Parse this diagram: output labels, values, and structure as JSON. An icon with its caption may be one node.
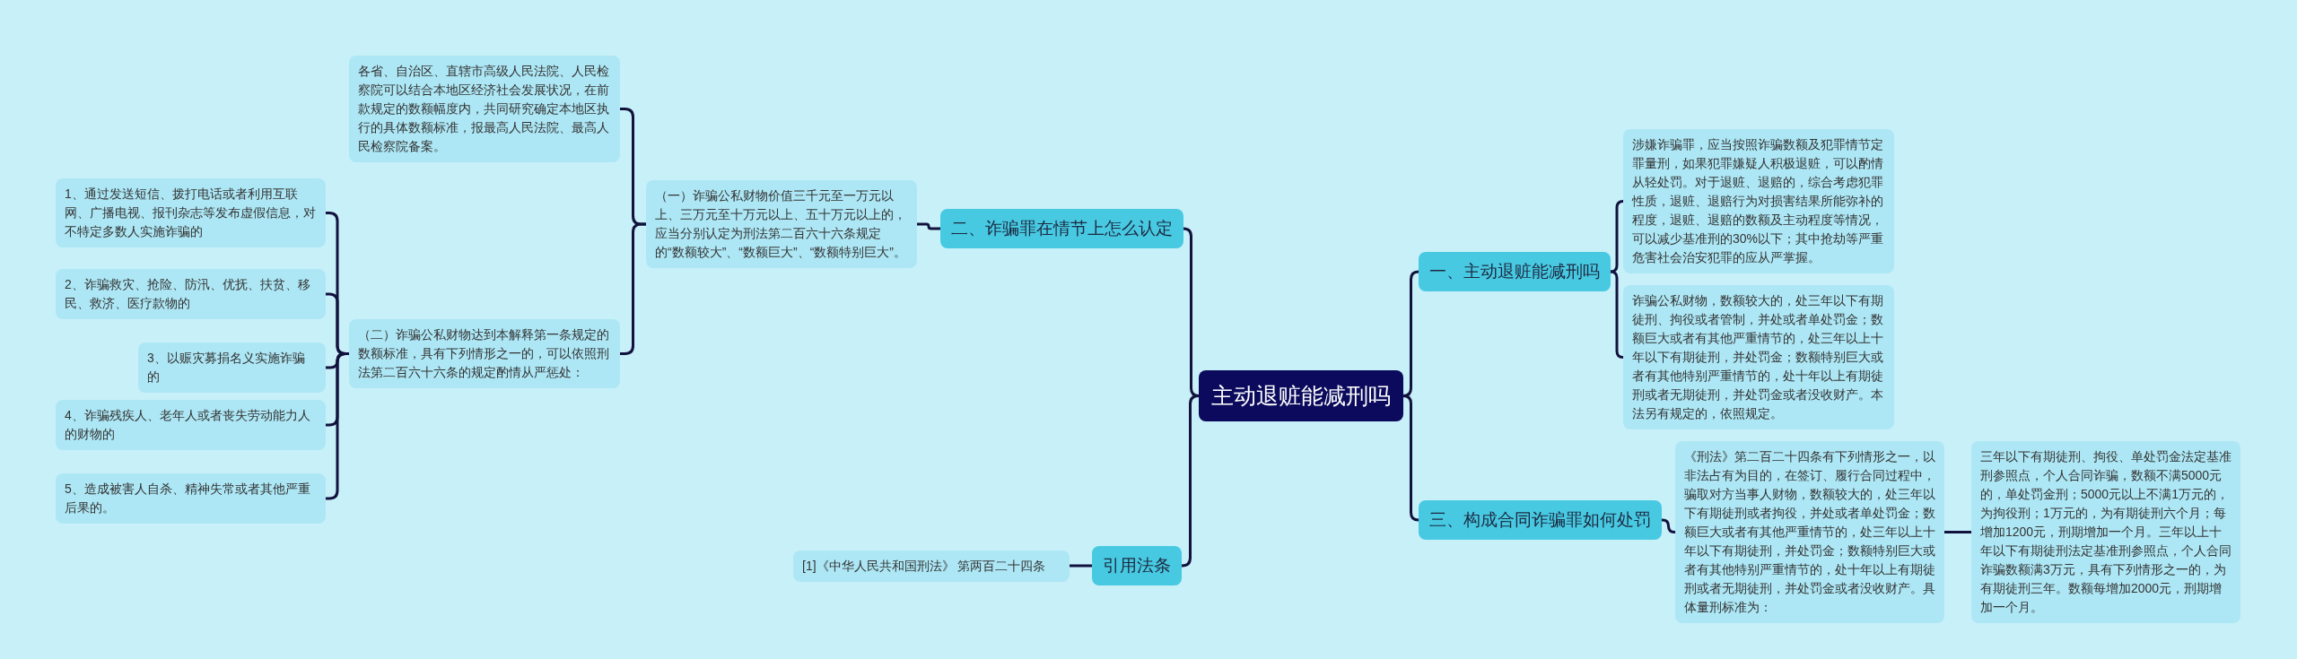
{
  "diagram": {
    "nodes": [
      {
        "text": [
          "主动退赃能减刑吗"
        ]
      },
      {
        "text": [
          "一、主动退赃能减刑吗"
        ]
      },
      {
        "text": [
          "涉嫌诈骗罪，应当按照诈骗数额及犯罪情节定罪量刑，如果犯罪嫌疑人积极退赃，可以酌情从轻处罚。对于退赃、退赔的，综合考虑犯罪性质，退赃、退赔行为对损害结果所能弥补的程度，退赃、退赔的数额及主动程度等情况，可以减少基准刑的30%以下；其中抢劫等严重危害社会治安犯罪的应从严掌握。"
        ]
      },
      {
        "text": [
          "诈骗公私财物，数额较大的，处三年以下有期徒刑、拘役或者管制，并处或者单处罚金；数额巨大或者有其他严重情节的，处三年以上十年以下有期徒刑，并处罚金；数额特别巨大或者有其他特别严重情节的，处十年以上有期徒刑或者无期徒刑，并处罚金或者没收财产。本法另有规定的，依照规定。"
        ]
      },
      {
        "text": [
          "三、构成合同诈骗罪如何处罚"
        ]
      },
      {
        "text": [
          "《刑法》第二百二十四条有下列情形之一，以非法占有为目的，在签订、履行合同过程中，骗取对方当事人财物，数额较大的，处三年以下有期徒刑或者拘役，并处或者单处罚金；数额巨大或者有其他严重情节的，处三年以上十年以下有期徒刑，并处罚金；数额特别巨大或者有其他特别严重情节的，处十年以上有期徒刑或者无期徒刑，并处罚金或者没收财产。具体量刑标准为："
        ]
      },
      {
        "text": [
          "三年以下有期徒刑、拘役、单处罚金法定基准刑参照点，个人合同诈骗，数额不满5000元的，单处罚金刑；5000元以上不满1万元的，为拘役刑；1万元的，为有期徒刑六个月；每增加1200元，刑期增加一个月。三年以上十年以下有期徒刑法定基准刑参照点，个人合同诈骗数额满3万元，具有下列情形之一的，为有期徒刑三年。数额每增加2000元，刑期增加一个月。"
        ]
      },
      {
        "text": [
          "二、诈骗罪在情节上怎么认定"
        ]
      },
      {
        "text": [
          "（一）诈骗公私财物价值三千元至一万元以上、三万元至十万元以上、五十万元以上的，应当分别认定为刑法第二百六十六条规定的“数额较大”、“数额巨大”、“数额特别巨大”。"
        ]
      },
      {
        "text": [
          "各省、自治区、直辖市高级人民法院、人民检察院可以结合本地区经济社会发展状况，在前款规定的数额幅度内，共同研究确定本地区执行的具体数额标准，报最高人民法院、最高人民检察院备案。"
        ]
      },
      {
        "text": [
          "（二）诈骗公私财物达到本解释第一条规定的数额标准，具有下列情形之一的，可以依照刑法第二百六十六条的规定酌情从严惩处："
        ]
      },
      {
        "text": [
          "1、通过发送短信、拨打电话或者利用互联网、广播电视、报刊杂志等发布虚假信息，对不特定多数人实施诈骗的"
        ]
      },
      {
        "text": [
          "2、诈骗救灾、抢险、防汛、优抚、扶贫、移民、救济、医疗款物的"
        ]
      },
      {
        "text": [
          "3、以赈灾募捐名义实施诈骗的"
        ]
      },
      {
        "text": [
          "4、诈骗残疾人、老年人或者丧失劳动能力人的财物的"
        ]
      },
      {
        "text": [
          "5、造成被害人自杀、精神失常或者其他严重后果的。"
        ]
      },
      {
        "text": [
          "引用法条"
        ]
      },
      {
        "text": [
          "[1]《中华人民共和国刑法》 第两百二十四条"
        ]
      }
    ],
    "edges": [
      {
        "from": 0,
        "to": 1,
        "arrow": "none"
      },
      {
        "from": 1,
        "to": 2,
        "arrow": "none"
      },
      {
        "from": 1,
        "to": 3,
        "arrow": "none"
      },
      {
        "from": 0,
        "to": 4,
        "arrow": "none"
      },
      {
        "from": 4,
        "to": 5,
        "arrow": "none"
      },
      {
        "from": 5,
        "to": 6,
        "arrow": "none"
      },
      {
        "from": 0,
        "to": 7,
        "arrow": "none"
      },
      {
        "from": 7,
        "to": 8,
        "arrow": "none"
      },
      {
        "from": 8,
        "to": 9,
        "arrow": "none"
      },
      {
        "from": 8,
        "to": 10,
        "arrow": "none"
      },
      {
        "from": 10,
        "to": 11,
        "arrow": "none"
      },
      {
        "from": 10,
        "to": 12,
        "arrow": "none"
      },
      {
        "from": 10,
        "to": 13,
        "arrow": "none"
      },
      {
        "from": 10,
        "to": 14,
        "arrow": "none"
      },
      {
        "from": 10,
        "to": 15,
        "arrow": "none"
      },
      {
        "from": 0,
        "to": 16,
        "arrow": "none"
      },
      {
        "from": 16,
        "to": 17,
        "arrow": "none"
      }
    ]
  }
}
